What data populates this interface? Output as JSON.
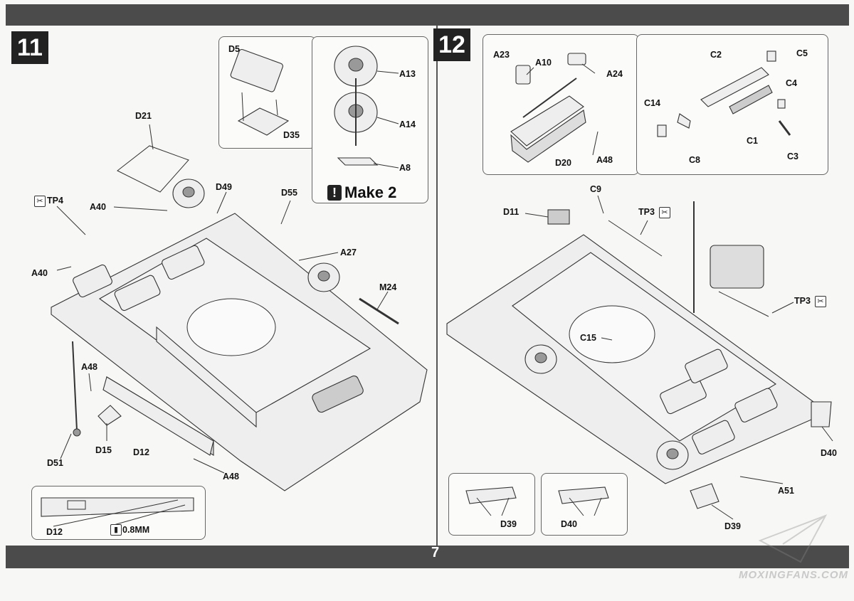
{
  "page": {
    "number": "7",
    "watermark": "MOXINGFANS.COM"
  },
  "step11": {
    "number": "11",
    "make_note": "Make 2",
    "thickness_note": "0.8MM",
    "labels": {
      "D5": "D5",
      "D35": "D35",
      "A13": "A13",
      "A14": "A14",
      "A8": "A8",
      "D21": "D21",
      "TP4": "TP4",
      "A40a": "A40",
      "A40b": "A40",
      "D49": "D49",
      "D55": "D55",
      "A27": "A27",
      "M24": "M24",
      "A48a": "A48",
      "A48b": "A48",
      "D51": "D51",
      "D15": "D15",
      "D12a": "D12",
      "D12b": "D12"
    }
  },
  "step12": {
    "number": "12",
    "labels": {
      "A23": "A23",
      "A10": "A10",
      "A24": "A24",
      "D20": "D20",
      "A48": "A48",
      "C2": "C2",
      "C5": "C5",
      "C4": "C4",
      "C14": "C14",
      "C1": "C1",
      "C8": "C8",
      "C3": "C3",
      "D11": "D11",
      "C9": "C9",
      "TP3a": "TP3",
      "TP3b": "TP3",
      "C15": "C15",
      "D40a": "D40",
      "A51": "A51",
      "D39a": "D39",
      "D39b": "D39",
      "D40b": "D40"
    }
  }
}
